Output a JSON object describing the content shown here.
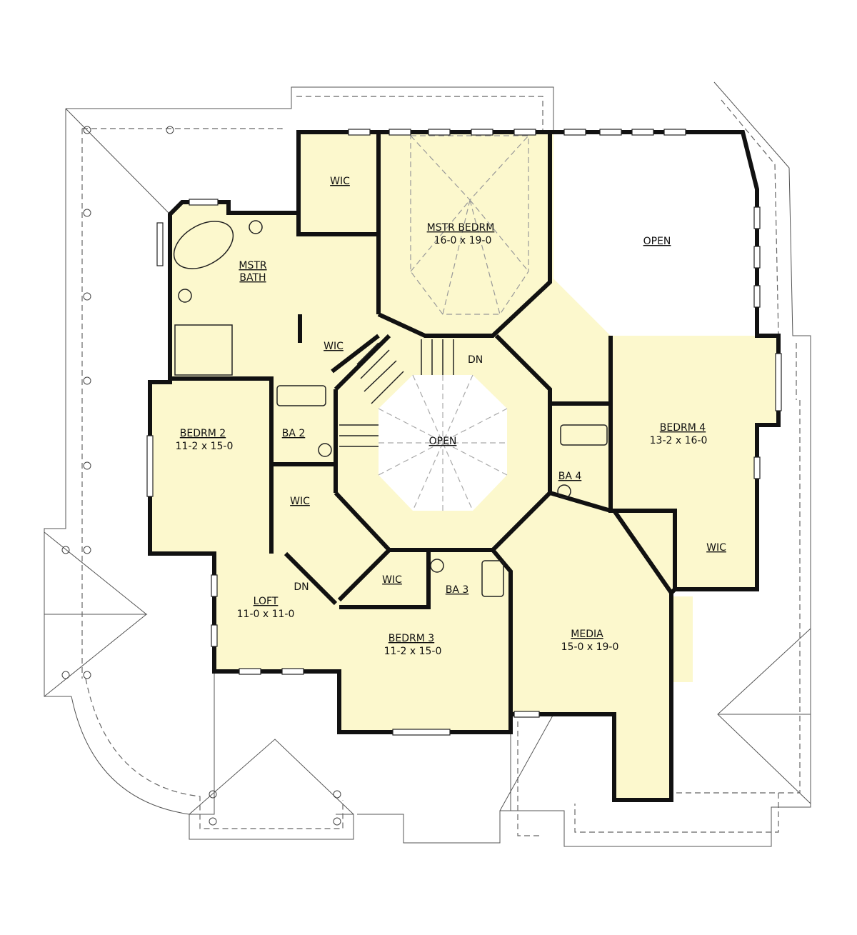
{
  "colors": {
    "room_fill": "#FCF8CD",
    "open_fill": "#FFFFFF",
    "wall": "#111111",
    "background": "#FFFFFF"
  },
  "rooms": {
    "wic_master": {
      "name": "WIC"
    },
    "master_bedroom": {
      "name": "MSTR BEDRM",
      "size": "16-0 x 19-0"
    },
    "open_upper_right": {
      "name": "OPEN"
    },
    "master_bath": {
      "name_line1": "MSTR",
      "name_line2": "BATH"
    },
    "wic_bath": {
      "name": "WIC"
    },
    "open_center": {
      "name": "OPEN"
    },
    "stair_down": {
      "name": "DN"
    },
    "bedroom_2": {
      "name": "BEDRM 2",
      "size": "11-2 x 15-0"
    },
    "bath_2": {
      "name": "BA 2"
    },
    "wic_bedroom_2": {
      "name": "WIC"
    },
    "bedroom_4": {
      "name": "BEDRM 4",
      "size": "13-2 x 16-0"
    },
    "bath_4": {
      "name": "BA 4"
    },
    "wic_bedroom_4": {
      "name": "WIC"
    },
    "loft_stair_down": {
      "name": "DN"
    },
    "loft": {
      "name": "LOFT",
      "size": "11-0 x 11-0"
    },
    "wic_bedroom_3": {
      "name": "WIC"
    },
    "bath_3": {
      "name": "BA 3"
    },
    "bedroom_3": {
      "name": "BEDRM 3",
      "size": "11-2 x 15-0"
    },
    "media": {
      "name": "MEDIA",
      "size": "15-0 x 19-0"
    }
  }
}
